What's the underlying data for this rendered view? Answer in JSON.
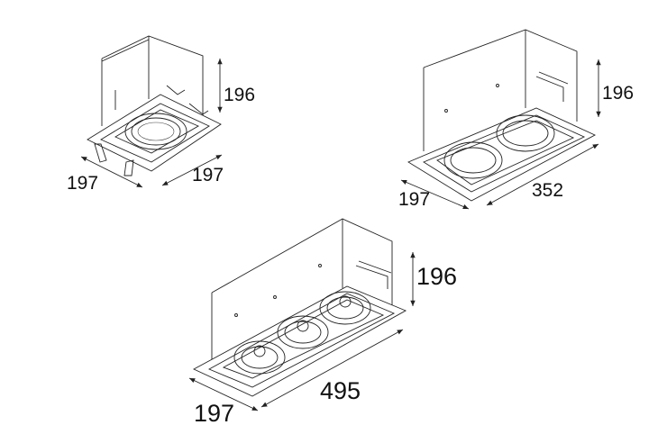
{
  "units": [
    {
      "name": "single",
      "height": "196",
      "depth": "197",
      "width": "197"
    },
    {
      "name": "double",
      "height": "196",
      "depth": "197",
      "width": "352"
    },
    {
      "name": "triple",
      "height": "196",
      "depth": "197",
      "width": "495"
    }
  ]
}
